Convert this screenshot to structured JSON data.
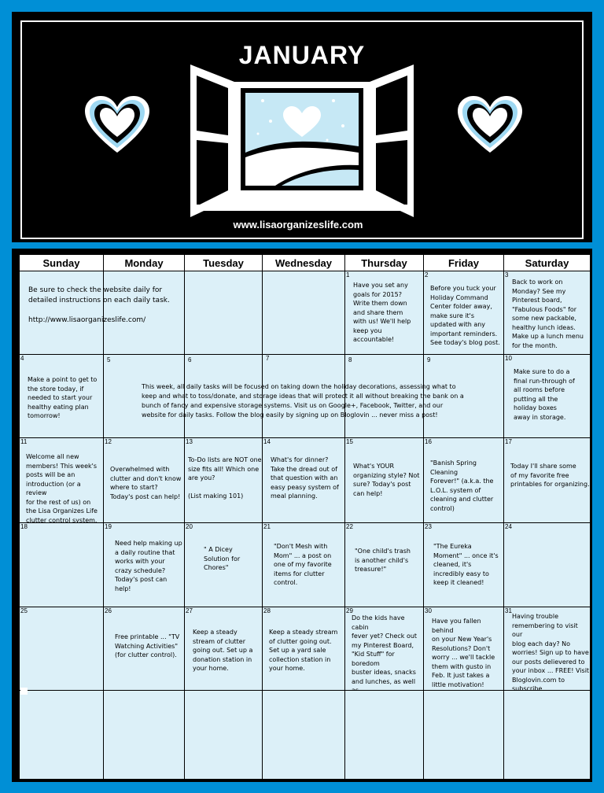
{
  "header": {
    "title": "JANUARY",
    "website": "www.lisaorganizeslife.com"
  },
  "colors": {
    "frame_blue": "#008fd6",
    "cell_bg": "#dcf0f8",
    "heart_blue": "#9ed8f2"
  },
  "icons": [
    "heart-icon",
    "open-window-icon"
  ],
  "days_of_week": [
    "Sunday",
    "Monday",
    "Tuesday",
    "Wednesday",
    "Thursday",
    "Friday",
    "Saturday"
  ],
  "intro": "Be sure to check the website daily for\ndetailed instructions on each daily task.\n\n   http://www.lisaorganizeslife.com/",
  "banner": "This week, all daily tasks will be focused on taking down the holiday decorations, assessing what to\nkeep and what to toss/donate, and storage ideas that will protect it all without breaking the bank on a\nbunch of fancy and expensive storage systems.  Visit us on Google+, Facebook, Twitter, and our\nwebsite for daily tasks.  Follow the blog easily by signing up on Bloglovin ... never miss a post!",
  "days": {
    "d1": {
      "num": "1",
      "text": "Have you set any\ngoals for 2015?\nWrite them down\nand share them\nwith us!  We'll help\nkeep you\naccountable!"
    },
    "d2": {
      "num": "2",
      "text": "Before you tuck your\nHoliday Command\nCenter folder away,\nmake sure it's\nupdated with any\nimportant reminders.\nSee today's blog post."
    },
    "d3": {
      "num": "3",
      "text": "Back to work on\nMonday?  See my\nPinterest board,\n\"Fabulous Foods\" for\nsome new packable,\nhealthy lunch ideas.\nMake up a lunch menu\nfor the month."
    },
    "d4": {
      "num": "4",
      "text": "Make a point to get to\nthe store today, if\nneeded to start your\nhealthy eating plan\ntomorrow!"
    },
    "d5": {
      "num": "5",
      "text": ""
    },
    "d6": {
      "num": "6",
      "text": ""
    },
    "d7": {
      "num": "7",
      "text": ""
    },
    "d8": {
      "num": "8",
      "text": ""
    },
    "d9": {
      "num": "9",
      "text": ""
    },
    "d10": {
      "num": "10",
      "text": "Make sure to do a\nfinal run-through of\nall rooms before\nputting all the\nholiday boxes\naway in storage."
    },
    "d11": {
      "num": "11",
      "text": "Welcome all new\nmembers!  This week's\nposts will be an\nintroduction (or a review\nfor the rest of us) on\nthe Lisa Organizes Life\nclutter control system."
    },
    "d12": {
      "num": "12",
      "text": "Overwhelmed with\nclutter and don't know\nwhere to start?\nToday's post can help!"
    },
    "d13": {
      "num": "13",
      "text": "To-Do lists are NOT one\nsize fits all!  Which one\nare you?\n\n   (List making 101)"
    },
    "d14": {
      "num": "14",
      "text": "What's for dinner?\nTake the dread out of\nthat question with an\neasy peasy system of\nmeal planning."
    },
    "d15": {
      "num": "15",
      "text": "What's YOUR\norganizing style?  Not\nsure?  Today's post\ncan help!"
    },
    "d16": {
      "num": "16",
      "text": "\"Banish Spring Cleaning\nForever!\"  (a.k.a. the\nL.O.L. system of\ncleaning and clutter\ncontrol)"
    },
    "d17": {
      "num": "17",
      "text": "Today I'll share some\nof my favorite free\nprintables for organizing."
    },
    "d18": {
      "num": "18",
      "text": ""
    },
    "d19": {
      "num": "19",
      "text": "Need help making up\na daily routine that\nworks with your\ncrazy schedule?\nToday's post can\nhelp!"
    },
    "d20": {
      "num": "20",
      "text": "\" A Dicey\nSolution for\nChores\""
    },
    "d21": {
      "num": "21",
      "text": "\"Don't Mesh with\nMom\" ... a post on\none of my favorite\nitems for clutter\ncontrol."
    },
    "d22": {
      "num": "22",
      "text": "\"One child's trash\nis another child's\ntreasure!\""
    },
    "d23": {
      "num": "23",
      "text": "\"The Eureka\nMoment\" ... once it's\ncleaned, it's\nincredibly easy to\nkeep it cleaned!"
    },
    "d24": {
      "num": "24",
      "text": ""
    },
    "d25": {
      "num": "25",
      "text": ""
    },
    "d26": {
      "num": "26",
      "text": "Free printable ... \"TV\nWatching Activities\"\n(for clutter control)."
    },
    "d27": {
      "num": "27",
      "text": "Keep a steady\nstream of clutter\ngoing out.  Set up a\ndonation station in\nyour home."
    },
    "d28": {
      "num": "28",
      "text": "Keep a steady stream\nof clutter going out.\nSet up a yard sale\ncollection station in\nyour home."
    },
    "d29": {
      "num": "29",
      "text": "Do the kids have cabin\nfever yet?  Check out\nmy Pinterest Board,\n\"Kid Stuff\" for boredom\nbuster ideas, snacks\nand lunches, as well as\ngreat kid stuff storage\nideas!"
    },
    "d30": {
      "num": "30",
      "text": "Have you fallen behind\non your New Year's\nResolutions?  Don't\nworry ... we'll tackle\nthem with gusto in\nFeb.  It just takes a\nlittle motivation!"
    },
    "d31": {
      "num": "31",
      "text": "Having trouble\nremembering to visit our\nblog each day?  No\nworries!  Sign up to have\nour posts delievered to\nyour inbox ... FREE!  Visit\nBloglovin.com to\nsubscribe."
    }
  }
}
